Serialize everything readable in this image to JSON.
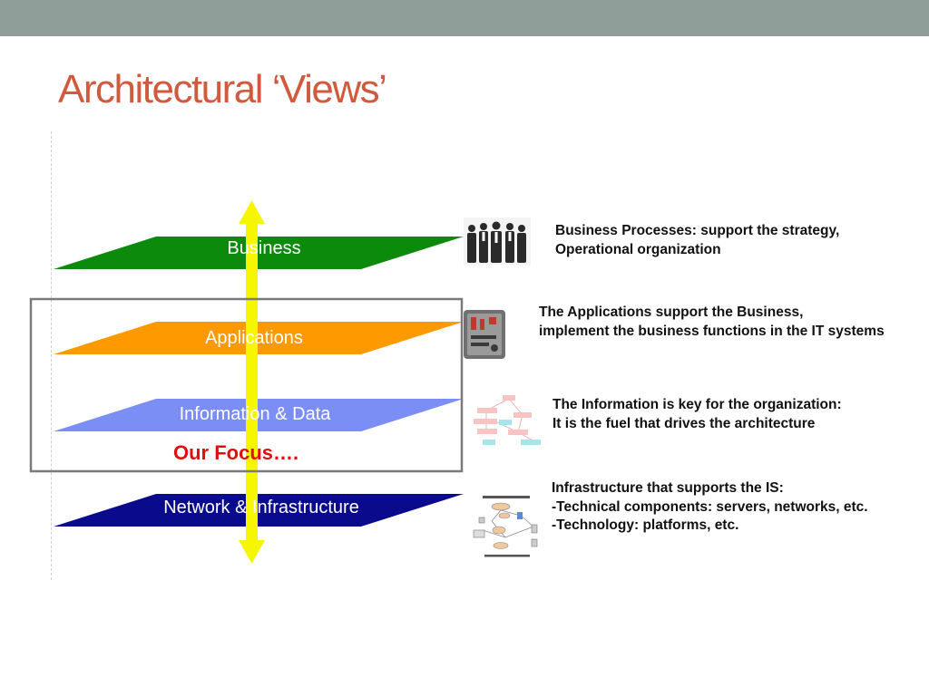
{
  "slide": {
    "title": "Architectural ‘Views’",
    "focus_label": "Our Focus….",
    "colors": {
      "header_bar": "#8f9e98",
      "title": "#cf5a3e",
      "arrow": "#f6f600",
      "focus_text": "#e01010"
    }
  },
  "layers": [
    {
      "label": "Business",
      "color": "#0b8a0b",
      "icon": "business-people-photo",
      "description": [
        "Business Processes: support the strategy,",
        "Operational organization"
      ]
    },
    {
      "label": "Applications",
      "color": "#ff9900",
      "icon": "toolkit-photo",
      "description": [
        "The Applications support the Business,",
        "implement the business functions in the IT systems"
      ]
    },
    {
      "label": "Information & Data",
      "color": "#7b8ef5",
      "icon": "data-model-diagram",
      "description": [
        "The Information is key for the organization:",
        "It is the fuel that drives the architecture"
      ]
    },
    {
      "label": "Network & Infrastructure",
      "color": "#0a0a8c",
      "icon": "network-diagram",
      "description": [
        "Infrastructure that supports the IS:",
        "-Technical components: servers, networks, etc.",
        "-Technology: platforms, etc."
      ]
    }
  ]
}
